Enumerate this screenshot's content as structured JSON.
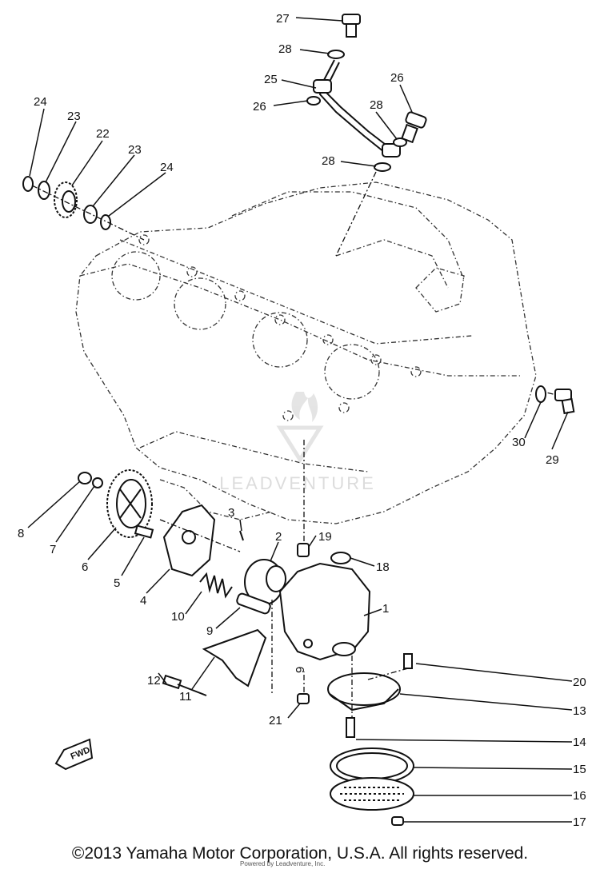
{
  "diagram": {
    "callouts": [
      {
        "num": "1"
      },
      {
        "num": "2"
      },
      {
        "num": "3"
      },
      {
        "num": "4"
      },
      {
        "num": "5"
      },
      {
        "num": "6"
      },
      {
        "num": "7"
      },
      {
        "num": "8"
      },
      {
        "num": "9"
      },
      {
        "num": "10"
      },
      {
        "num": "11"
      },
      {
        "num": "12"
      },
      {
        "num": "13"
      },
      {
        "num": "14"
      },
      {
        "num": "15"
      },
      {
        "num": "16"
      },
      {
        "num": "17"
      },
      {
        "num": "18"
      },
      {
        "num": "19"
      },
      {
        "num": "20"
      },
      {
        "num": "21"
      },
      {
        "num": "22"
      },
      {
        "num": "23"
      },
      {
        "num": "23"
      },
      {
        "num": "24"
      },
      {
        "num": "24"
      },
      {
        "num": "25"
      },
      {
        "num": "26"
      },
      {
        "num": "26"
      },
      {
        "num": "27"
      },
      {
        "num": "28"
      },
      {
        "num": "28"
      },
      {
        "num": "28"
      },
      {
        "num": "29"
      },
      {
        "num": "30"
      },
      {
        "num": "9"
      }
    ],
    "fwd_label": "FWD",
    "watermark": "LEADVENTURE"
  },
  "footer": {
    "copyright": "©2013 Yamaha Motor Corporation, U.S.A. All rights reserved.",
    "small_note": "Powered by Leadventure, Inc."
  }
}
